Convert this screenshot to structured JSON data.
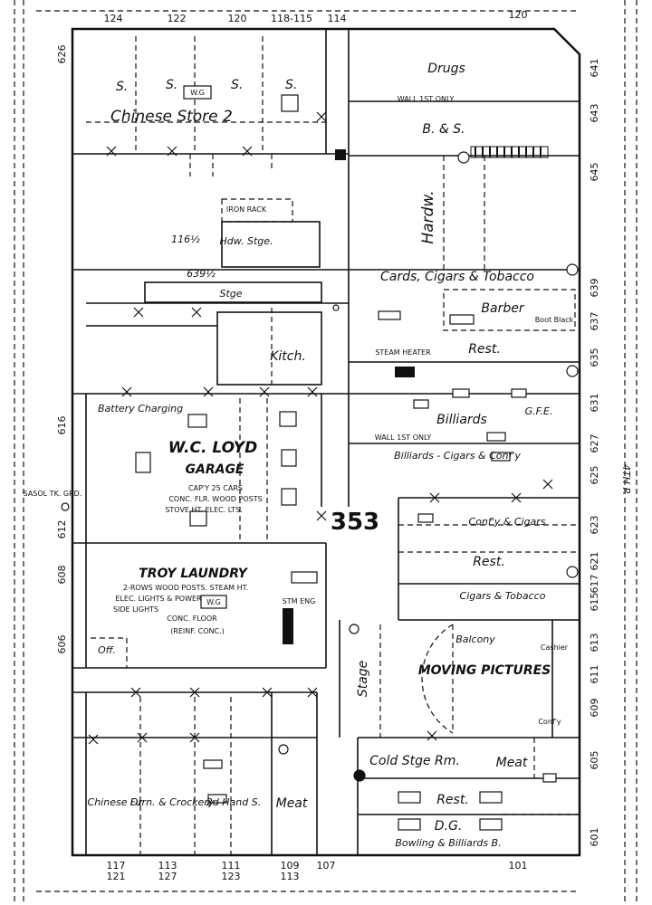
{
  "block_number": "353",
  "street_labels": {
    "right_street": "4TH P."
  },
  "top_numbers": [
    "124",
    "122",
    "120",
    "118-115",
    "114",
    "120"
  ],
  "bottom_numbers": [
    "117",
    "121",
    "113",
    "127",
    "111",
    "123",
    "109",
    "113",
    "107",
    "101"
  ],
  "left_numbers": [
    "626",
    "616",
    "612",
    "608",
    "606"
  ],
  "right_numbers": [
    "641",
    "643",
    "645",
    "639",
    "637",
    "635",
    "631",
    "627",
    "625",
    "623",
    "621",
    "617",
    "615",
    "613",
    "611",
    "609",
    "605",
    "601"
  ],
  "buildings": {
    "chinese_store": {
      "s1": "S.",
      "s2": "S.",
      "s3": "S.",
      "s4": "S.",
      "label": "Chinese Store 2"
    },
    "drugs": "Drugs",
    "bs": "B. & S.",
    "hardware": "Hardw.",
    "hardware_stge": "Hdw. Stge.",
    "iron_rack": "IRON RACK",
    "storage_1165": "116½",
    "num_6391": "639½",
    "cards": "Cards, Cigars & Tobacco",
    "barber": "Barber",
    "rest_1": "Rest.",
    "boot_black": "Boot Black",
    "stge": "Stge",
    "kitch": "Kitch.",
    "steam_heater": "STEAM HEATER",
    "battery": "Battery Charging",
    "garage_name": "W.C. LOYD",
    "garage": "GARAGE",
    "garage_note1": "CAP'Y 25 CARS",
    "garage_note2": "CONC. FLR. WOOD POSTS",
    "garage_note3": "STOVE HT.   ELEC. LTS.",
    "billiards": "Billiards",
    "gfe": "G.F.E.",
    "billiards_cigars": "Billiards - Cigars & Conf'y",
    "conf_cigars": "Conf'y & Cigars",
    "rest_2": "Rest.",
    "cigars_tobacco": "Cigars & Tobacco",
    "laundry": "TROY LAUNDRY",
    "laundry_note1": "2-ROWS WOOD POSTS. STEAM HT.",
    "laundry_note2": "ELEC. LIGHTS & POWER",
    "laundry_note3": "SIDE LIGHTS",
    "laundry_note4": "CONC. FLOOR",
    "laundry_note5": "(REINF. CONC.)",
    "off": "Off.",
    "stm_eng": "STM ENG",
    "balcony": "Balcony",
    "moving_pictures": "MOVING PICTURES",
    "stage": "Stage",
    "cashier": "Cashier",
    "confy": "Conf'y",
    "cold_stge": "Cold Stge Rm.",
    "meat_1": "Meat",
    "rest_3": "Rest.",
    "dg": "D.G.",
    "bowling": "Bowling & Billiards B.",
    "chinese_dr": "Chinese Dr.",
    "furn": "Furn. & Crockery",
    "second_hand": "2d Hand S.",
    "meat_2": "Meat",
    "wall_1st_only": "WALL 1ST ONLY",
    "sasol": "SASOL TK. GRD."
  },
  "wg_label": "W.G"
}
